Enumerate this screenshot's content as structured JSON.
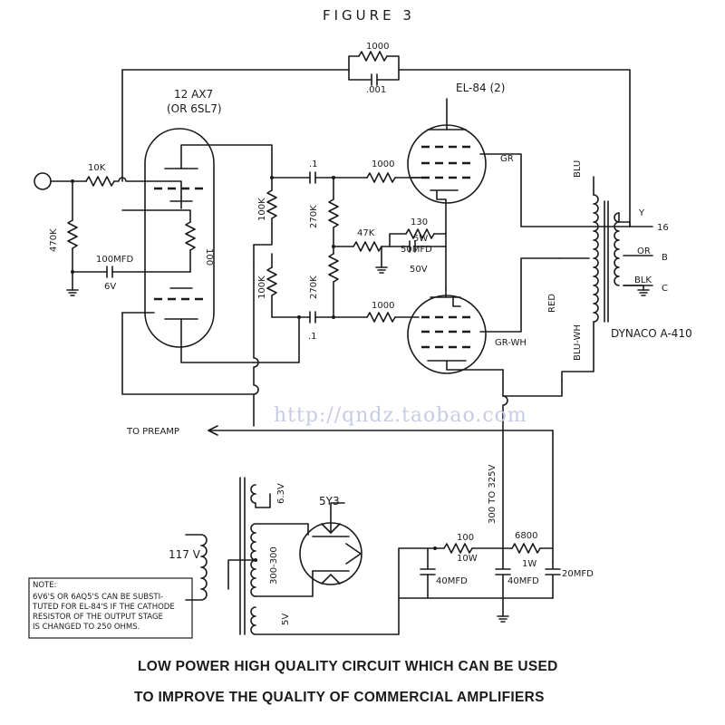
{
  "figure_title": "FIGURE 3",
  "watermark": "http://qndz.taobao.com",
  "caption": {
    "line1": "LOW POWER HIGH QUALITY CIRCUIT WHICH CAN BE USED",
    "line2": "TO IMPROVE THE QUALITY OF COMMERCIAL AMPLIFIERS"
  },
  "tubes": {
    "preamp": {
      "name": "12 AX7",
      "alt": "(OR 6SL7)"
    },
    "output": {
      "name": "EL-84 (2)"
    },
    "rectifier": {
      "name": "5Y3"
    }
  },
  "output_transformer": {
    "name": "DYNACO A-410",
    "leads": {
      "blu": "BLU",
      "red": "RED",
      "blu_wh": "BLU-WH",
      "gr": "GR",
      "gr_wh": "GR-WH"
    },
    "taps": {
      "y": "Y",
      "ohm16": "16",
      "or": "OR",
      "b": "B",
      "blk": "BLK",
      "c": "C"
    }
  },
  "feedback": {
    "resistor": "1000",
    "capacitor": ".001"
  },
  "components": {
    "input_resistor": "10K",
    "grid_resistor": "470K",
    "cathode_cap": "100MFD",
    "cathode_cap_v": "6V",
    "cathode_resistor": "100",
    "plate_load_top": "100K",
    "plate_load_bottom": "100K",
    "coupling_cap_top": ".1",
    "coupling_cap_bottom": ".1",
    "grid_leak_top": "270K",
    "grid_leak_bottom": "270K",
    "grid_stopper_top": "1000",
    "grid_stopper_bottom": "1000",
    "bias_feed": "47K",
    "cathode_bias_r": "130",
    "cathode_bias_r_w": "5W",
    "cathode_bias_cap": "50MFD",
    "cathode_bias_cap_v": "50V"
  },
  "power_supply": {
    "mains": "117 V",
    "heater": "6.3V",
    "hv": "300-300",
    "fil": "5V",
    "b_plus": "300 TO 325V",
    "filter_r1": "100",
    "filter_r1_w": "10W",
    "filter_r2": "6800",
    "filter_r2_w": "1W",
    "cap1": "40MFD",
    "cap2": "40MFD",
    "cap3": "20MFD"
  },
  "to_preamp": "TO PREAMP",
  "note": {
    "heading": "NOTE:",
    "lines": [
      "6V6'S OR 6AQ5'S CAN BE SUBSTI-",
      "TUTED FOR EL-84'S IF THE CATHODE",
      "RESISTOR OF THE OUTPUT STAGE",
      "IS CHANGED TO 250 OHMS."
    ]
  }
}
